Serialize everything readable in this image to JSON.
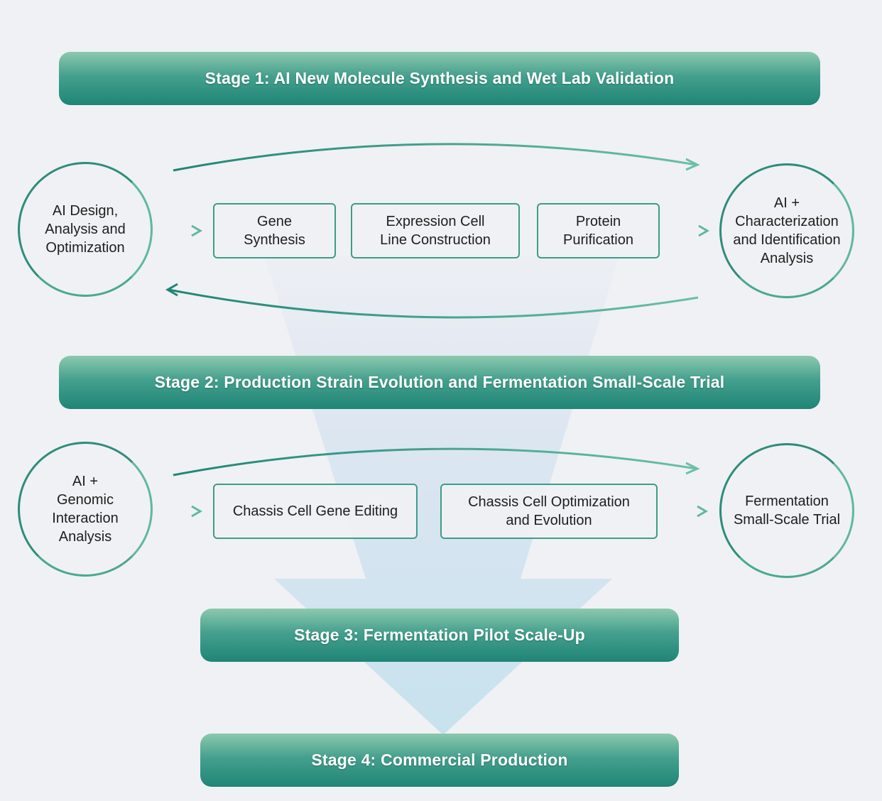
{
  "stages": [
    {
      "label": "Stage 1: AI New Molecule Synthesis and Wet Lab Validation"
    },
    {
      "label": "Stage 2: Production Strain Evolution and Fermentation Small-Scale Trial"
    },
    {
      "label": "Stage 3: Fermentation Pilot Scale-Up"
    },
    {
      "label": "Stage 4: Commercial Production"
    }
  ],
  "stage1": {
    "left_circle": [
      "AI Design,",
      "Analysis and",
      "Optimization"
    ],
    "right_circle": [
      "AI +",
      "Characterization",
      "and Identification",
      "Analysis"
    ],
    "steps": [
      [
        "Gene",
        "Synthesis"
      ],
      [
        "Expression Cell",
        "Line Construction"
      ],
      [
        "Protein",
        "Purification"
      ]
    ]
  },
  "stage2": {
    "left_circle": [
      "AI +",
      "Genomic",
      "Interaction",
      "Analysis"
    ],
    "right_circle": [
      "Fermentation",
      "Small-Scale Trial"
    ],
    "steps": [
      [
        "Chassis Cell Gene Editing"
      ],
      [
        "Chassis Cell Optimization",
        "and Evolution"
      ]
    ]
  },
  "colors": {
    "accent": "#2f8c7c",
    "accent_light": "#5fb8a0",
    "funnel": "#c9dff0",
    "background": "#f0f1f4"
  }
}
